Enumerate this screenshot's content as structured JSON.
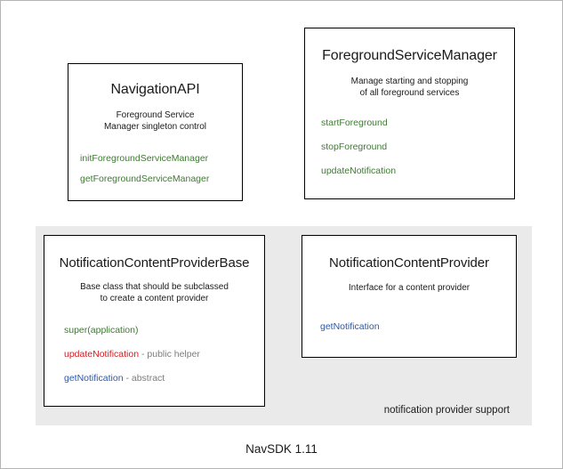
{
  "diagram": {
    "footer_label": "NavSDK 1.11",
    "group_panel": {
      "label": "notification provider support",
      "background_color": "#eaeaea"
    },
    "colors": {
      "method_green": "#3e7a32",
      "method_red": "#cc2026",
      "method_blue": "#2b59a8",
      "annotation_gray": "#7d7d7d",
      "box_border": "#000000",
      "page_border": "#b5b5b5"
    },
    "boxes": [
      {
        "id": "navigation-api",
        "title": "NavigationAPI",
        "description_lines": [
          "Foreground Service",
          "Manager singleton control"
        ],
        "methods": [
          {
            "name": "initForegroundServiceManager",
            "color": "green",
            "note": ""
          },
          {
            "name": "getForegroundServiceManager",
            "color": "green",
            "note": ""
          }
        ]
      },
      {
        "id": "foreground-service-manager",
        "title": "ForegroundServiceManager",
        "description_lines": [
          "Manage starting and stopping",
          "of all foreground services"
        ],
        "methods": [
          {
            "name": "startForeground",
            "color": "green",
            "note": ""
          },
          {
            "name": "stopForeground",
            "color": "green",
            "note": ""
          },
          {
            "name": "updateNotification",
            "color": "green",
            "note": ""
          }
        ]
      },
      {
        "id": "provider-base",
        "title": "NotificationContentProviderBase",
        "description_lines": [
          "Base class that should be subclassed",
          "to create a content provider"
        ],
        "methods": [
          {
            "name": "super(application)",
            "color": "green",
            "note": ""
          },
          {
            "name": "updateNotification",
            "color": "red",
            "note": " - public helper"
          },
          {
            "name": "getNotification",
            "color": "blue",
            "note": " - abstract"
          }
        ]
      },
      {
        "id": "provider-interface",
        "title": "NotificationContentProvider",
        "description_lines": [
          "Interface for a content provider"
        ],
        "methods": [
          {
            "name": "getNotification",
            "color": "blue",
            "note": ""
          }
        ]
      }
    ]
  }
}
